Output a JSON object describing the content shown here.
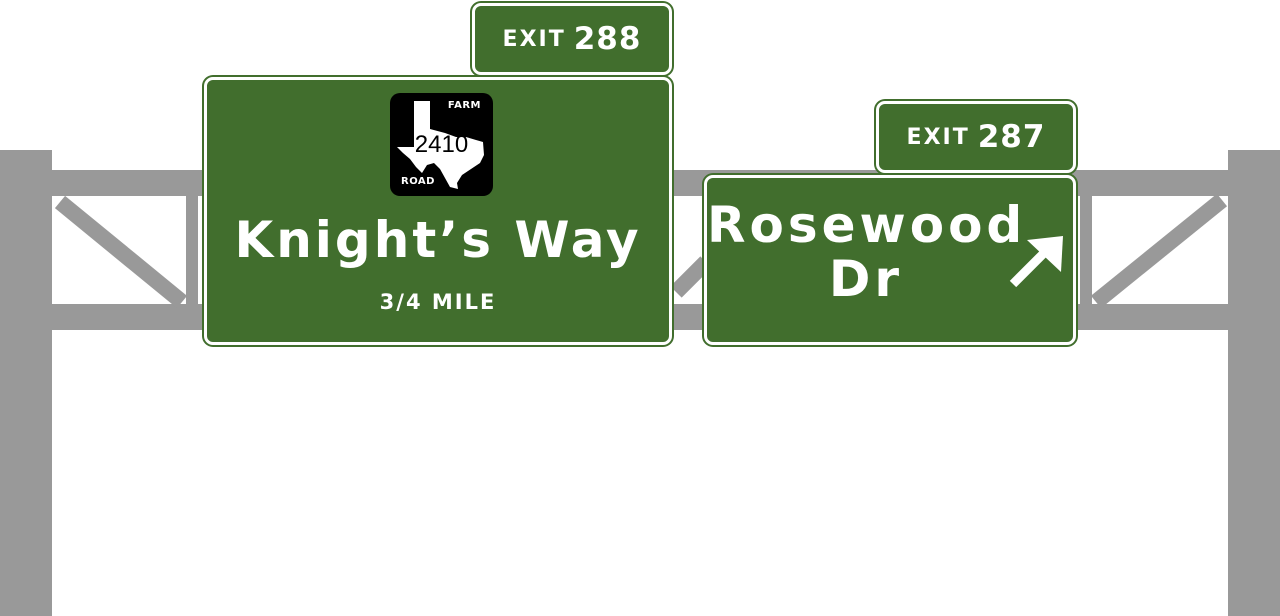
{
  "colors": {
    "sign_green": "#416e2d",
    "legend_white": "#ffffff",
    "gantry_gray": "#999999",
    "shield_black": "#000000"
  },
  "exit_288": {
    "word": "EXIT",
    "number": "288"
  },
  "exit_287": {
    "word": "EXIT",
    "number": "287"
  },
  "knights_sign": {
    "shield": {
      "top_label": "FARM",
      "bottom_label": "ROAD",
      "number": "2410",
      "icon": "texas-state-outline-icon"
    },
    "destination": "Knight’s Way",
    "distance": "3/4 MILE"
  },
  "rosewood_sign": {
    "destination_line1": "Rosewood",
    "destination_line2": "Dr",
    "arrow_icon": "up-right-arrow-icon"
  }
}
